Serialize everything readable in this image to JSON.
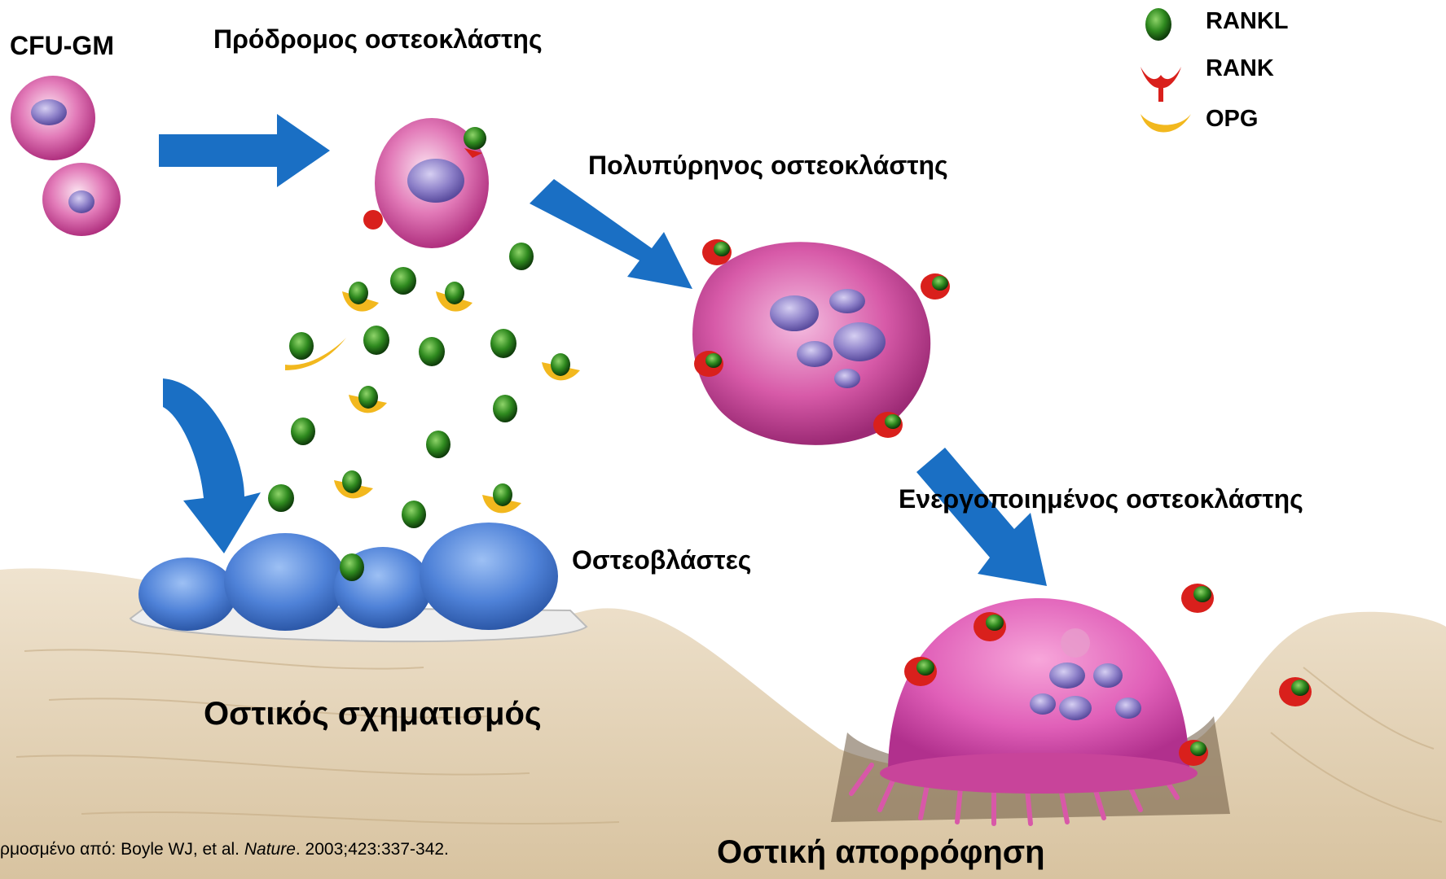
{
  "labels": {
    "cfu_gm": "CFU-GM",
    "precursor": "Πρόδρομος οστεοκλάστης",
    "multinucleated": "Πολυπύρηνος οστεοκλάστης",
    "activated": "Ενεργοποιημένος οστεοκλάστης",
    "osteoblasts": "Οστεοβλάστες",
    "bone_formation": "Οστικός σχηματισμός",
    "bone_resorption": "Οστική απορρόφηση"
  },
  "legend": {
    "rankl": "RANKL",
    "rank": "RANK",
    "opg": "OPG"
  },
  "citation": {
    "prefix": "ρμοσμένο από: Boyle WJ, et al. ",
    "journal": "Nature",
    "suffix": ". 2003;423:337-342."
  },
  "colors": {
    "arrow": "#1a6fc4",
    "cell_pink": "#d9529f",
    "nucleus": "#7a6ab8",
    "rankl_green": "#2e7d1e",
    "rank_red": "#d9201c",
    "opg_yellow": "#f2b81e",
    "bone": "#e6d6bd",
    "osteoblast": "#4a78d0"
  }
}
